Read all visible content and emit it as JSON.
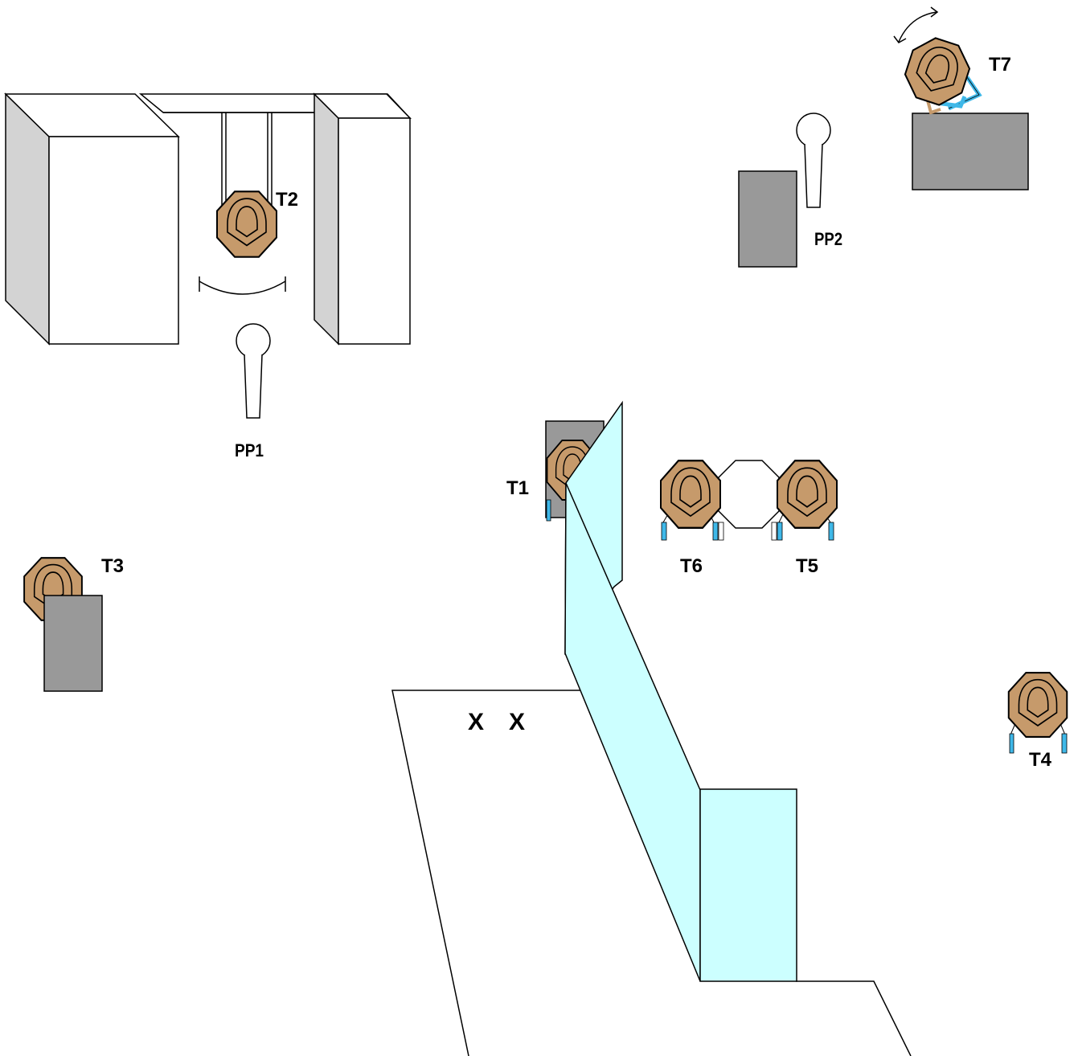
{
  "colors": {
    "target_fill": "#c69a6b",
    "target_stroke": "#000000",
    "barrel_gray": "#999999",
    "wall_face": "#ffffff",
    "wall_side": "#d3d3d3",
    "glass_fill": "#ccffff",
    "leg_blue": "#3fb8e8"
  },
  "labels": {
    "t1": "T1",
    "t2": "T2",
    "t3": "T3",
    "t4": "T4",
    "t5": "T5",
    "t6": "T6",
    "t7": "T7",
    "pp1": "PP1",
    "pp2": "PP2",
    "mark_1": "X",
    "mark_2": "X"
  },
  "icons": {
    "target": "paper-target-icon",
    "popper": "popper-icon",
    "barrel": "barrel-icon",
    "swing_arrow": "swing-arrow-icon"
  }
}
